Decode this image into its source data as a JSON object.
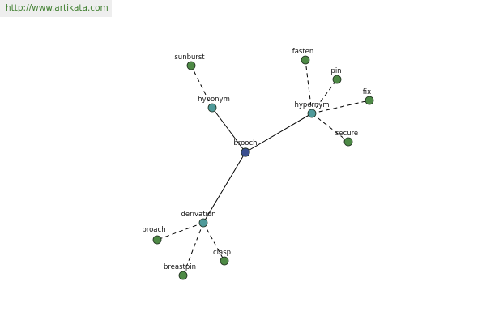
{
  "banner": {
    "url_text": "http://www.artikata.com"
  },
  "graph": {
    "colors": {
      "root": "#3a4f8f",
      "relation": "#4f9a9a",
      "leaf": "#4e8a46"
    },
    "nodes": [
      {
        "id": "brooch",
        "label": "brooch",
        "kind": "root"
      },
      {
        "id": "hyponym",
        "label": "hyponym",
        "kind": "relation"
      },
      {
        "id": "hypernym",
        "label": "hypernym",
        "kind": "relation"
      },
      {
        "id": "derivation",
        "label": "derivation",
        "kind": "relation"
      },
      {
        "id": "sunburst",
        "label": "sunburst",
        "kind": "leaf"
      },
      {
        "id": "fasten",
        "label": "fasten",
        "kind": "leaf"
      },
      {
        "id": "pin",
        "label": "pin",
        "kind": "leaf"
      },
      {
        "id": "fix",
        "label": "fix",
        "kind": "leaf"
      },
      {
        "id": "secure",
        "label": "secure",
        "kind": "leaf"
      },
      {
        "id": "broach",
        "label": "broach",
        "kind": "leaf"
      },
      {
        "id": "breastpin",
        "label": "breastpin",
        "kind": "leaf"
      },
      {
        "id": "clasp",
        "label": "clasp",
        "kind": "leaf"
      }
    ],
    "edges": [
      {
        "from": "brooch",
        "to": "hyponym",
        "style": "solid"
      },
      {
        "from": "brooch",
        "to": "hypernym",
        "style": "solid"
      },
      {
        "from": "brooch",
        "to": "derivation",
        "style": "solid"
      },
      {
        "from": "hyponym",
        "to": "sunburst",
        "style": "dashed"
      },
      {
        "from": "hypernym",
        "to": "fasten",
        "style": "dashed"
      },
      {
        "from": "hypernym",
        "to": "pin",
        "style": "dashed"
      },
      {
        "from": "hypernym",
        "to": "fix",
        "style": "dashed"
      },
      {
        "from": "hypernym",
        "to": "secure",
        "style": "dashed"
      },
      {
        "from": "derivation",
        "to": "broach",
        "style": "dashed"
      },
      {
        "from": "derivation",
        "to": "breastpin",
        "style": "dashed"
      },
      {
        "from": "derivation",
        "to": "clasp",
        "style": "dashed"
      }
    ]
  }
}
